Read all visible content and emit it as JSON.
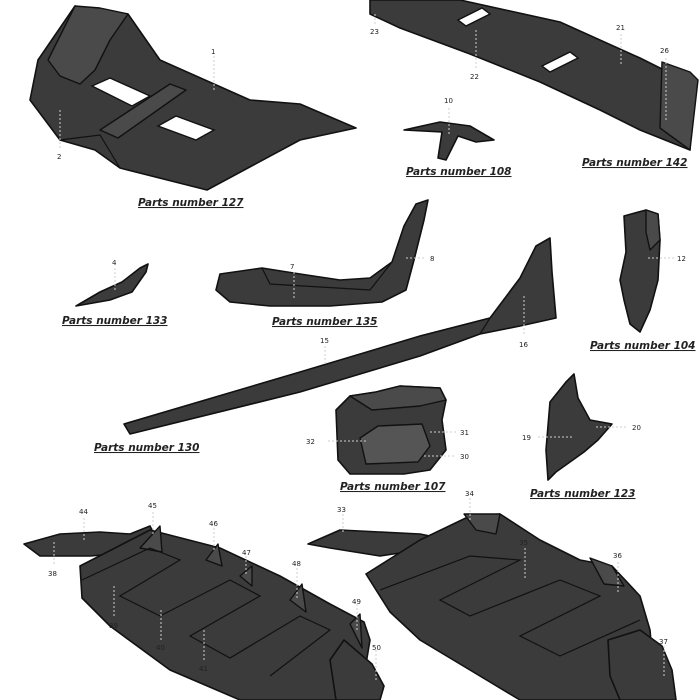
{
  "colors": {
    "part_fill": "#3b3b3b",
    "outline": "#111111",
    "background": "#ffffff"
  },
  "captions": {
    "p127": "Parts number 127",
    "p108": "Parts number 108",
    "p142": "Parts number 142",
    "p133": "Parts number 133",
    "p135": "Parts number 135",
    "p104": "Parts number 104",
    "p130": "Parts number 130",
    "p107": "Parts number 107",
    "p123": "Parts number 123"
  },
  "labels": {
    "n1": "1",
    "n2": "2",
    "n4": "4",
    "n7": "7",
    "n8": "8",
    "n10": "10",
    "n12": "12",
    "n15": "15",
    "n16": "16",
    "n19": "19",
    "n20": "20",
    "n21": "21",
    "n22": "22",
    "n23": "23",
    "n26": "26",
    "n30": "30",
    "n31": "31",
    "n32": "32",
    "n33": "33",
    "n34": "34",
    "n35": "35",
    "n36": "36",
    "n37": "37",
    "n38": "38",
    "n39": "39",
    "n40": "40",
    "n41": "41",
    "n44": "44",
    "n45": "45",
    "n46": "46",
    "n47": "47",
    "n48": "48",
    "n49": "49",
    "n50": "50"
  }
}
